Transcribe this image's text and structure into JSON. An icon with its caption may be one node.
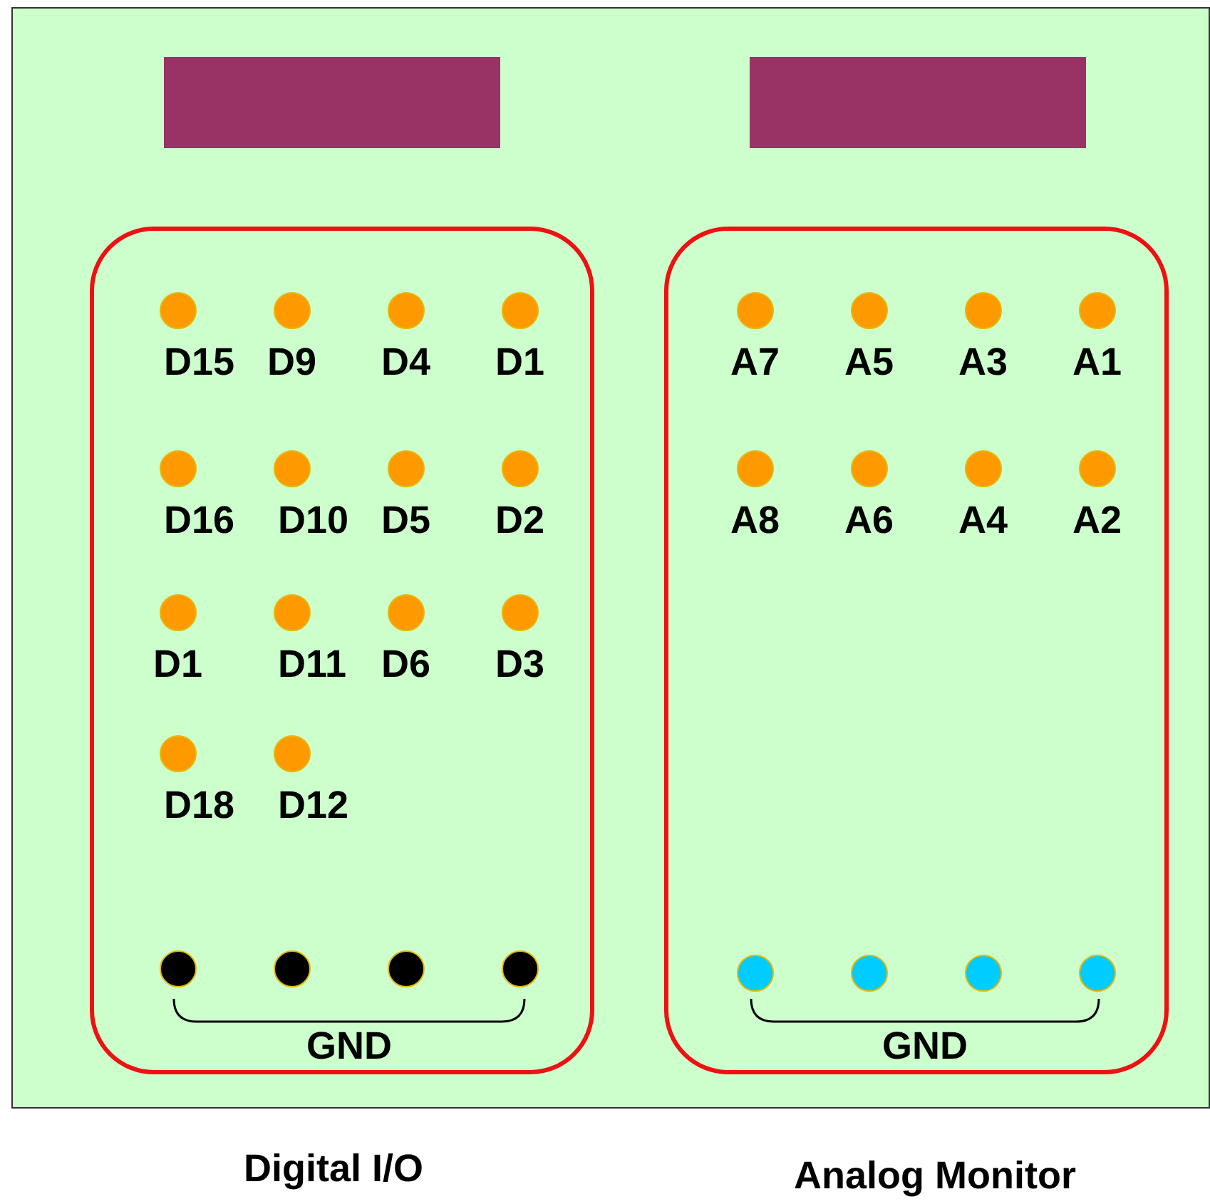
{
  "diagram": {
    "nodes": [
      {
        "text": [],
        "shape": "box"
      },
      {
        "text": [],
        "shape": "bar",
        "in": 0
      },
      {
        "text": [],
        "shape": "bar",
        "in": 0
      },
      {
        "text": [],
        "shape": "box",
        "in": 0,
        "beside": [
          "Digital I/O"
        ]
      },
      {
        "text": [],
        "shape": "circle",
        "in": 3,
        "beside": [
          "D15"
        ]
      },
      {
        "text": [],
        "shape": "circle",
        "in": 3,
        "beside": [
          "D9"
        ]
      },
      {
        "text": [],
        "shape": "circle",
        "in": 3,
        "beside": [
          "D4"
        ]
      },
      {
        "text": [],
        "shape": "circle",
        "in": 3,
        "beside": [
          "D1"
        ]
      },
      {
        "text": [],
        "shape": "circle",
        "in": 3,
        "beside": [
          "D16"
        ]
      },
      {
        "text": [],
        "shape": "circle",
        "in": 3,
        "beside": [
          "D10"
        ]
      },
      {
        "text": [],
        "shape": "circle",
        "in": 3,
        "beside": [
          "D5"
        ]
      },
      {
        "text": [],
        "shape": "circle",
        "in": 3,
        "beside": [
          "D2"
        ]
      },
      {
        "text": [],
        "shape": "circle",
        "in": 3,
        "beside": [
          "D1"
        ]
      },
      {
        "text": [],
        "shape": "circle",
        "in": 3,
        "beside": [
          "D11"
        ]
      },
      {
        "text": [],
        "shape": "circle",
        "in": 3,
        "beside": [
          "D6"
        ]
      },
      {
        "text": [],
        "shape": "circle",
        "in": 3,
        "beside": [
          "D3"
        ]
      },
      {
        "text": [],
        "shape": "circle",
        "in": 3,
        "beside": [
          "D18"
        ]
      },
      {
        "text": [],
        "shape": "circle",
        "in": 3,
        "beside": [
          "D12"
        ]
      },
      {
        "text": [],
        "shape": "circle",
        "in": 3
      },
      {
        "text": [],
        "shape": "circle",
        "in": 3
      },
      {
        "text": [],
        "shape": "circle",
        "in": 3
      },
      {
        "text": [],
        "shape": "circle",
        "in": 3
      },
      {
        "text": [],
        "shape": "box",
        "in": 0,
        "beside": [
          "Analog Monitor"
        ]
      },
      {
        "text": [],
        "shape": "circle",
        "in": 22,
        "beside": [
          "A7"
        ]
      },
      {
        "text": [],
        "shape": "circle",
        "in": 22,
        "beside": [
          "A5"
        ]
      },
      {
        "text": [],
        "shape": "circle",
        "in": 22,
        "beside": [
          "A3"
        ]
      },
      {
        "text": [],
        "shape": "circle",
        "in": 22,
        "beside": [
          "A1"
        ]
      },
      {
        "text": [],
        "shape": "circle",
        "in": 22,
        "beside": [
          "A8"
        ]
      },
      {
        "text": [],
        "shape": "circle",
        "in": 22,
        "beside": [
          "A6"
        ]
      },
      {
        "text": [],
        "shape": "circle",
        "in": 22,
        "beside": [
          "A4"
        ]
      },
      {
        "text": [],
        "shape": "circle",
        "in": 22,
        "beside": [
          "A2"
        ]
      },
      {
        "text": [],
        "shape": "circle",
        "in": 22
      },
      {
        "text": [],
        "shape": "circle",
        "in": 22
      },
      {
        "text": [],
        "shape": "circle",
        "in": 22
      },
      {
        "text": [],
        "shape": "circle",
        "in": 22
      }
    ],
    "labels": [
      "GND",
      "GND"
    ]
  }
}
